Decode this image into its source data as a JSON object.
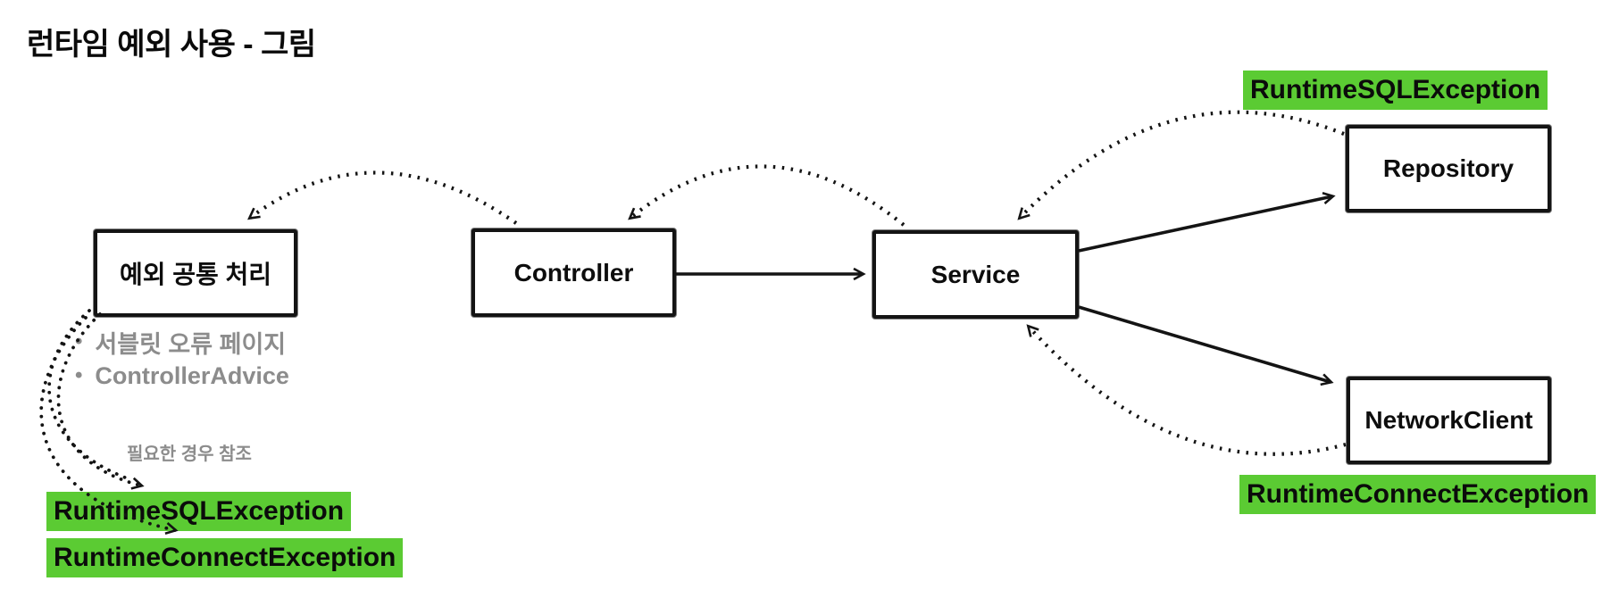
{
  "title": "런타임 예외 사용 - 그림",
  "colors": {
    "highlight_green": "#5bcb33",
    "muted_text": "#8c8c8c",
    "ink": "#141414"
  },
  "nodes": {
    "exception_handler": {
      "label": "예외 공통 처리"
    },
    "controller": {
      "label": "Controller"
    },
    "service": {
      "label": "Service"
    },
    "repository": {
      "label": "Repository"
    },
    "network_client": {
      "label": "NetworkClient"
    }
  },
  "notes": {
    "handler_bullets": [
      "서블릿 오류 페이지",
      "ControllerAdvice"
    ],
    "bullet_glyph": "•",
    "reference_note": "필요한 경우 참조"
  },
  "exception_labels": {
    "left_sql": "RuntimeSQLException",
    "left_connect": "RuntimeConnectException",
    "repository_exception": "RuntimeSQLException",
    "network_exception": "RuntimeConnectException"
  }
}
